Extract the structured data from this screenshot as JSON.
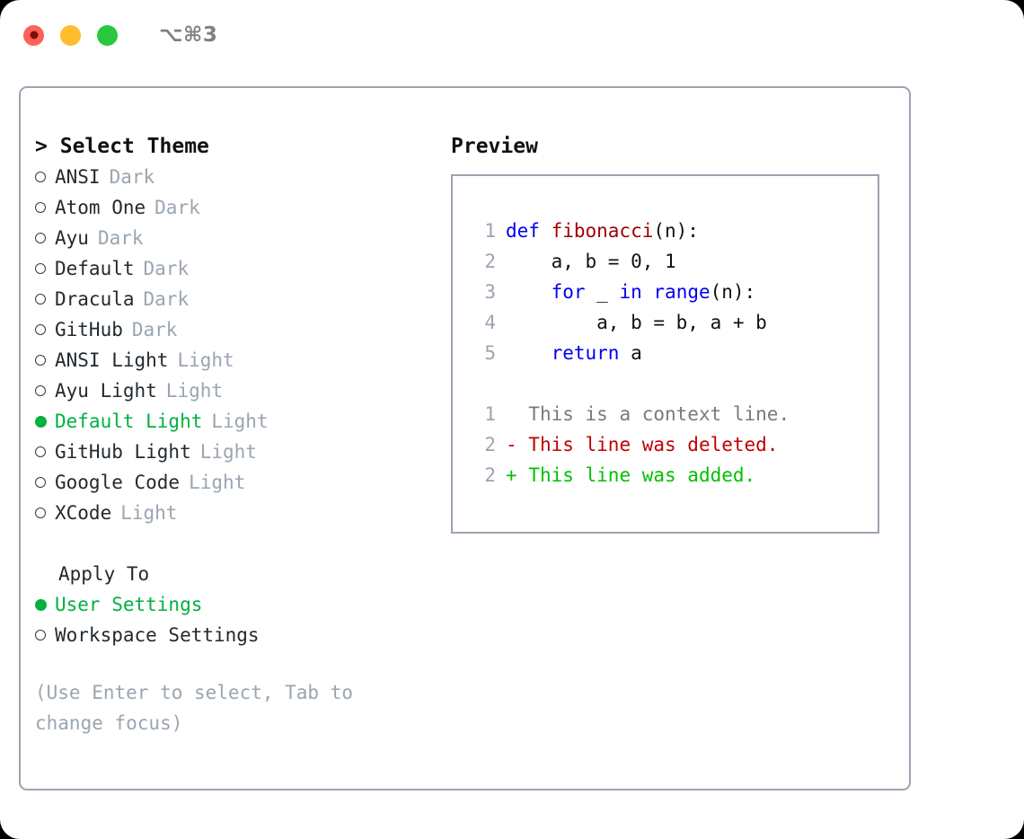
{
  "window": {
    "title": "⌥⌘3",
    "traffic_lights": [
      {
        "name": "close",
        "color": "#ff6058"
      },
      {
        "name": "minimize",
        "color": "#ffbd2e"
      },
      {
        "name": "maximize",
        "color": "#28c93f"
      }
    ]
  },
  "colors": {
    "accent_green": "#00b140",
    "muted": "#9aa5b1",
    "border": "#9aa5b1",
    "keyword_blue": "#0000ee",
    "function_red": "#a00000",
    "diff_delete": "#c00000",
    "diff_add": "#00c000",
    "diff_context": "#7a7a7a",
    "text": "#222a30"
  },
  "left": {
    "header_caret": ">",
    "header": "Select Theme",
    "themes": [
      {
        "label": "ANSI",
        "badge": "Dark",
        "selected": false
      },
      {
        "label": "Atom One",
        "badge": "Dark",
        "selected": false
      },
      {
        "label": "Ayu",
        "badge": "Dark",
        "selected": false
      },
      {
        "label": "Default",
        "badge": "Dark",
        "selected": false
      },
      {
        "label": "Dracula",
        "badge": "Dark",
        "selected": false
      },
      {
        "label": "GitHub",
        "badge": "Dark",
        "selected": false
      },
      {
        "label": "ANSI Light",
        "badge": "Light",
        "selected": false
      },
      {
        "label": "Ayu Light",
        "badge": "Light",
        "selected": false
      },
      {
        "label": "Default Light",
        "badge": "Light",
        "selected": true
      },
      {
        "label": "GitHub Light",
        "badge": "Light",
        "selected": false
      },
      {
        "label": "Google Code",
        "badge": "Light",
        "selected": false
      },
      {
        "label": "XCode",
        "badge": "Light",
        "selected": false
      }
    ],
    "apply_to_title": "Apply To",
    "apply_to": [
      {
        "label": "User Settings",
        "selected": true
      },
      {
        "label": "Workspace Settings",
        "selected": false
      }
    ],
    "hint": "(Use Enter to select, Tab to change focus)"
  },
  "right": {
    "header": "Preview",
    "code_lines": [
      {
        "num": "1",
        "tokens": [
          {
            "t": "def ",
            "c": "kw"
          },
          {
            "t": "fibonacci",
            "c": "fn"
          },
          {
            "t": "(n):",
            "c": "pl"
          }
        ]
      },
      {
        "num": "2",
        "tokens": [
          {
            "t": "    a, b = 0, 1",
            "c": "pl"
          }
        ]
      },
      {
        "num": "3",
        "tokens": [
          {
            "t": "    ",
            "c": "pl"
          },
          {
            "t": "for",
            "c": "kw"
          },
          {
            "t": " _ ",
            "c": "pl"
          },
          {
            "t": "in",
            "c": "kw"
          },
          {
            "t": " ",
            "c": "pl"
          },
          {
            "t": "range",
            "c": "kw"
          },
          {
            "t": "(n):",
            "c": "pl"
          }
        ]
      },
      {
        "num": "4",
        "tokens": [
          {
            "t": "        a, b = b, a + b",
            "c": "pl"
          }
        ]
      },
      {
        "num": "5",
        "tokens": [
          {
            "t": "    ",
            "c": "pl"
          },
          {
            "t": "return",
            "c": "kw"
          },
          {
            "t": " a",
            "c": "pl"
          }
        ]
      }
    ],
    "diff_lines": [
      {
        "num": "1",
        "marker": "  ",
        "text": "This is a context line.",
        "kind": "diff-ctx"
      },
      {
        "num": "2",
        "marker": "- ",
        "text": "This line was deleted.",
        "kind": "diff-del"
      },
      {
        "num": "2",
        "marker": "+ ",
        "text": "This line was added.",
        "kind": "diff-add"
      }
    ]
  }
}
